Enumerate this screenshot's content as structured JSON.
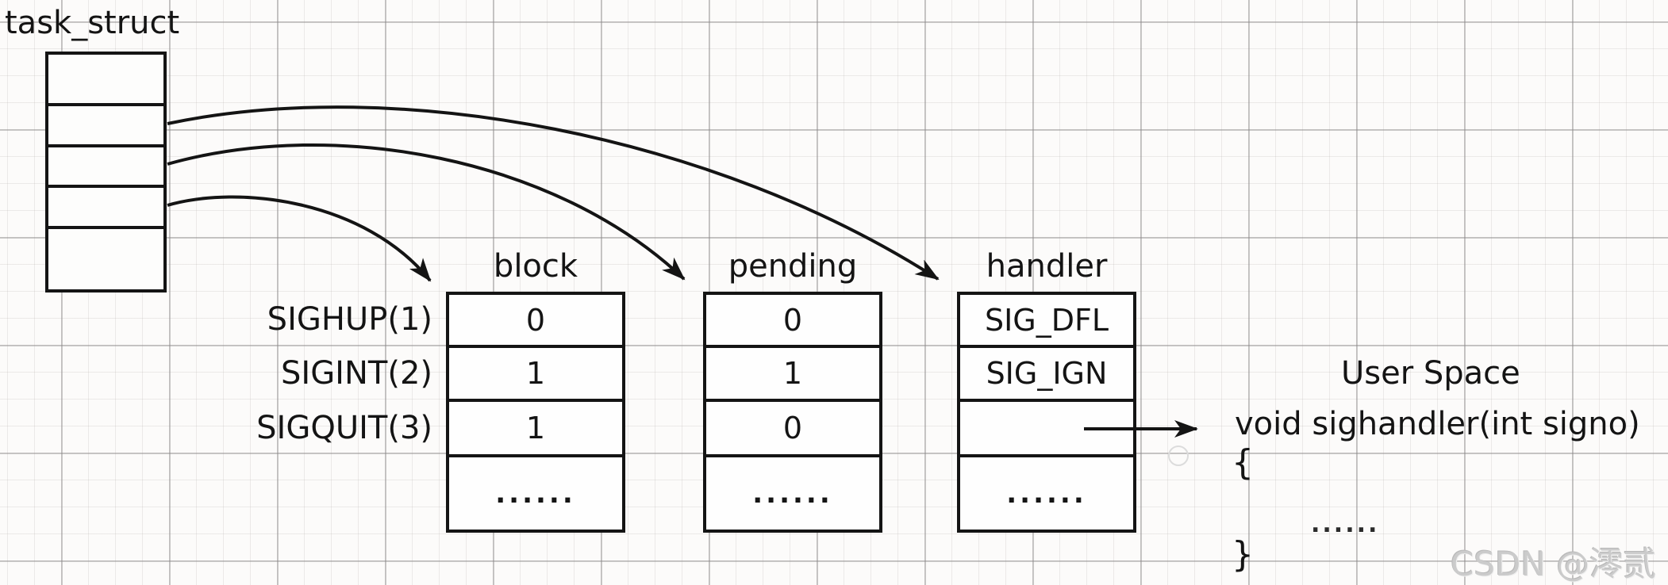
{
  "diagram": {
    "title_label": "task_struct",
    "signals": [
      "SIGHUP(1)",
      "SIGINT(2)",
      "SIGQUIT(3)"
    ],
    "tables": [
      {
        "title": "block",
        "values": [
          "0",
          "1",
          "1",
          "......"
        ]
      },
      {
        "title": "pending",
        "values": [
          "0",
          "1",
          "0",
          "......"
        ]
      },
      {
        "title": "handler",
        "values": [
          "SIG_DFL",
          "SIG_IGN",
          "",
          "......"
        ]
      }
    ],
    "user_space": {
      "title": "User Space",
      "signature": "void sighandler(int signo)",
      "open_brace": "{",
      "body_ellipsis": "......",
      "close_brace": "}"
    },
    "watermark": "CSDN @澪贰",
    "colors": {
      "ink": "#141414",
      "background": "#fcfbfa",
      "grid_minor": "#e3e0e0",
      "grid_major": "#c9c6c6",
      "watermark": "#cbcbcb"
    }
  }
}
